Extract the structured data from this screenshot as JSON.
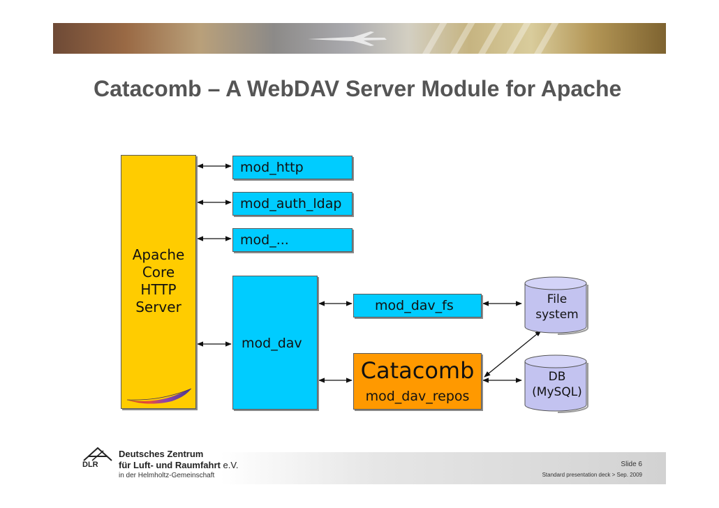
{
  "slide": {
    "title": "Catacomb – A WebDAV Server Module for Apache"
  },
  "diagram": {
    "core_label": "Apache\nCore\nHTTP\nServer",
    "modules": [
      "mod_http",
      "mod_auth_ldap",
      "mod_..."
    ],
    "dav_label": "mod_dav",
    "dav_fs_label": "mod_dav_fs",
    "catacomb_title": "Catacomb",
    "catacomb_sub": "mod_dav_repos",
    "storage": [
      "File\nsystem",
      "DB\n(MySQL)"
    ],
    "colors": {
      "core": "#ffcc00",
      "module": "#00ccff",
      "catacomb": "#ff9900",
      "storage": "#c3c3f0"
    }
  },
  "footer": {
    "logo_abbr": "DLR",
    "org_line1": "Deutsches Zentrum",
    "org_line2": "für Luft- und Raumfahrt",
    "org_line2_suffix": "e.V.",
    "org_line3": "in der Helmholtz-Gemeinschaft",
    "slide_number": "Slide 6",
    "deck_info": "Standard presentation deck > Sep. 2009"
  }
}
